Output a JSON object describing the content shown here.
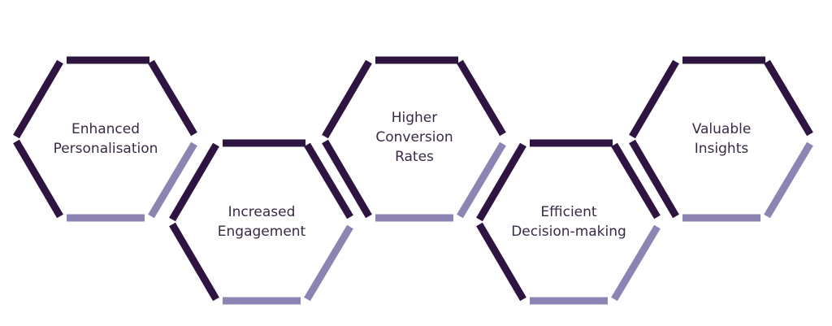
{
  "colors": {
    "dark": "#2e1440",
    "light": "#8e84b4",
    "text": "#3a2a44",
    "background": "#ffffff"
  },
  "nodes": [
    {
      "id": "enhanced-personalisation",
      "lines": [
        "Enhanced",
        "Personalisation"
      ]
    },
    {
      "id": "increased-engagement",
      "lines": [
        "Increased",
        "Engagement"
      ]
    },
    {
      "id": "higher-conversion-rates",
      "lines": [
        "Higher",
        "Conversion",
        "Rates"
      ]
    },
    {
      "id": "efficient-decision-making",
      "lines": [
        "Efficient",
        "Decision-making"
      ]
    },
    {
      "id": "valuable-insights",
      "lines": [
        "Valuable",
        "Insights"
      ]
    }
  ]
}
